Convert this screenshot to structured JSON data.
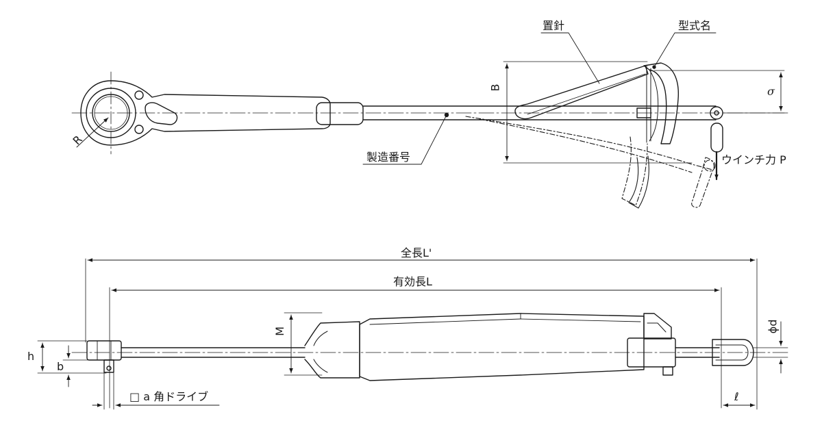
{
  "top_view": {
    "labels": {
      "pointer": "置針",
      "model_name": "型式名",
      "serial_number": "製造番号",
      "winch_force": "ウインチ力 P",
      "dim_B": "B",
      "dim_sigma": "σ",
      "dim_R": "R"
    }
  },
  "side_view": {
    "labels": {
      "overall_length": "全長L'",
      "effective_length": "有効長L",
      "dim_M": "M",
      "dim_phi_d": "ϕd",
      "dim_h": "h",
      "dim_b": "b",
      "dim_l": "ℓ",
      "square_drive": "□ a 角ドライブ"
    }
  },
  "colors": {
    "line": "#1a1a1a",
    "background": "#ffffff"
  }
}
